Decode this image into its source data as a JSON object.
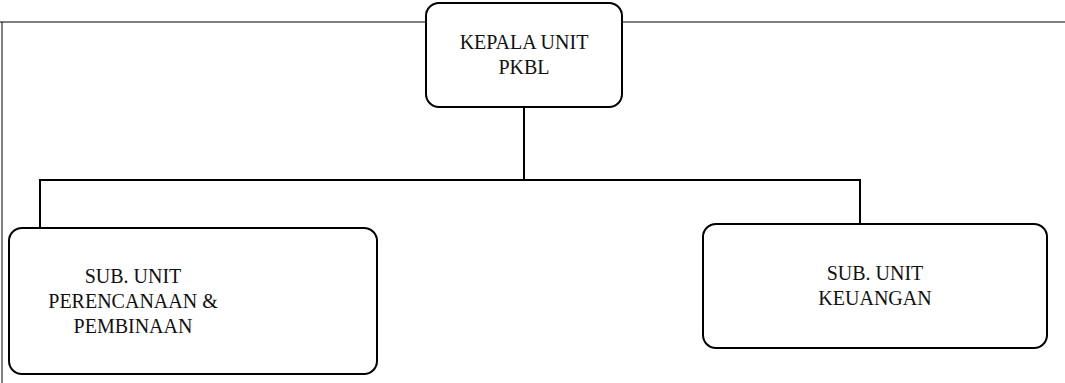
{
  "diagram": {
    "nodes": [
      {
        "text": [
          "KEPALA UNIT PKBL"
        ]
      },
      {
        "text": [
          "SUB. UNIT PERENCANAAN & PEMBINAAN"
        ]
      },
      {
        "text": [
          "SUB. UNIT KEUANGAN"
        ]
      }
    ],
    "edges": [
      {
        "from": 0,
        "to": 1,
        "arrow": "none"
      },
      {
        "from": 0,
        "to": 2,
        "arrow": "none"
      }
    ]
  }
}
